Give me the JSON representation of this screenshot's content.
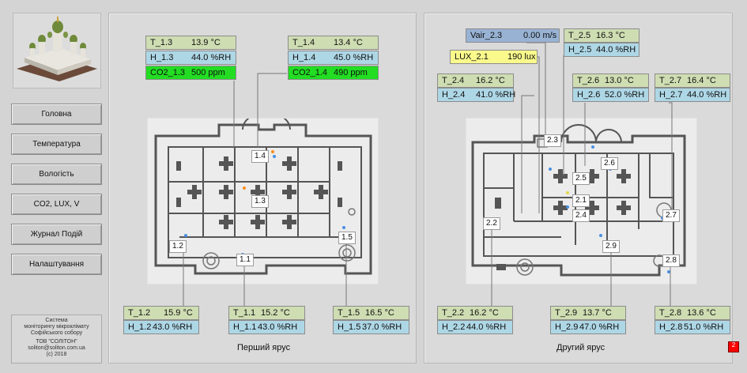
{
  "menu": [
    "Головна",
    "Температура",
    "Вологість",
    "CO2, LUX, V",
    "Журнал Подій",
    "Налаштування"
  ],
  "info_lines": [
    "Система",
    "моніторингу мікроклімату",
    "Софійського собору",
    "",
    "ТОВ \"СОЛІТОН\"",
    "soliton@soliton.com.ua",
    "(c) 2018"
  ],
  "floor1": {
    "caption": "Перший ярус",
    "zones": [
      "1.4",
      "1.3",
      "1.2",
      "1.1",
      "1.5"
    ],
    "sensors": {
      "T_1_3": {
        "name": "T_1.3",
        "value": "13.9 °C"
      },
      "H_1_3": {
        "name": "H_1.3",
        "value": "44.0 %RH"
      },
      "CO2_1_3": {
        "name": "CO2_1.3",
        "value": "500 ppm"
      },
      "T_1_4": {
        "name": "T_1.4",
        "value": "13.4 °C"
      },
      "H_1_4": {
        "name": "H_1.4",
        "value": "45.0 %RH"
      },
      "CO2_1_4": {
        "name": "CO2_1.4",
        "value": "490 ppm"
      },
      "T_1_2": {
        "name": "T_1.2",
        "value": "15.9 °C"
      },
      "H_1_2": {
        "name": "H_1.2",
        "value": "43.0 %RH"
      },
      "T_1_1": {
        "name": "T_1.1",
        "value": "15.2 °C"
      },
      "H_1_1": {
        "name": "H_1.1",
        "value": "43.0 %RH"
      },
      "T_1_5": {
        "name": "T_1.5",
        "value": "16.5 °C"
      },
      "H_1_5": {
        "name": "H_1.5",
        "value": "37.0 %RH"
      }
    }
  },
  "floor2": {
    "caption": "Другий ярус",
    "zones": [
      "2.3",
      "2.6",
      "2.5",
      "2.1",
      "2.4",
      "2.7",
      "2.2",
      "2.9",
      "2.8"
    ],
    "sensors": {
      "Vair_2_3": {
        "name": "Vair_2.3",
        "value": "0.00 m/s"
      },
      "LUX_2_1": {
        "name": "LUX_2.1",
        "value": "190 lux"
      },
      "T_2_5": {
        "name": "T_2.5",
        "value": "16.3 °C"
      },
      "H_2_5": {
        "name": "H_2.5",
        "value": "44.0 %RH"
      },
      "T_2_4": {
        "name": "T_2.4",
        "value": "16.2 °C"
      },
      "H_2_4": {
        "name": "H_2.4",
        "value": "41.0 %RH"
      },
      "T_2_6": {
        "name": "T_2.6",
        "value": "13.0 °C"
      },
      "H_2_6": {
        "name": "H_2.6",
        "value": "52.0 %RH"
      },
      "T_2_7": {
        "name": "T_2.7",
        "value": "16.4 °C"
      },
      "H_2_7": {
        "name": "H_2.7",
        "value": "44.0 %RH"
      },
      "T_2_2": {
        "name": "T_2.2",
        "value": "16.2 °C"
      },
      "H_2_2": {
        "name": "H_2.2",
        "value": "44.0 %RH"
      },
      "T_2_9": {
        "name": "T_2.9",
        "value": "13.7 °C"
      },
      "H_2_9": {
        "name": "H_2.9",
        "value": "47.0 %RH"
      },
      "T_2_8": {
        "name": "T_2.8",
        "value": "13.6 °C"
      },
      "H_2_8": {
        "name": "H_2.8",
        "value": "51.0 %RH"
      }
    }
  },
  "alarm_count": "2",
  "colors": {
    "temperature": "#cfddb2",
    "humidity": "#aed7e6",
    "co2": "#22dd22",
    "air_speed": "#98b2d4",
    "lux": "#fafa8c",
    "alarm": "#ff0000"
  }
}
